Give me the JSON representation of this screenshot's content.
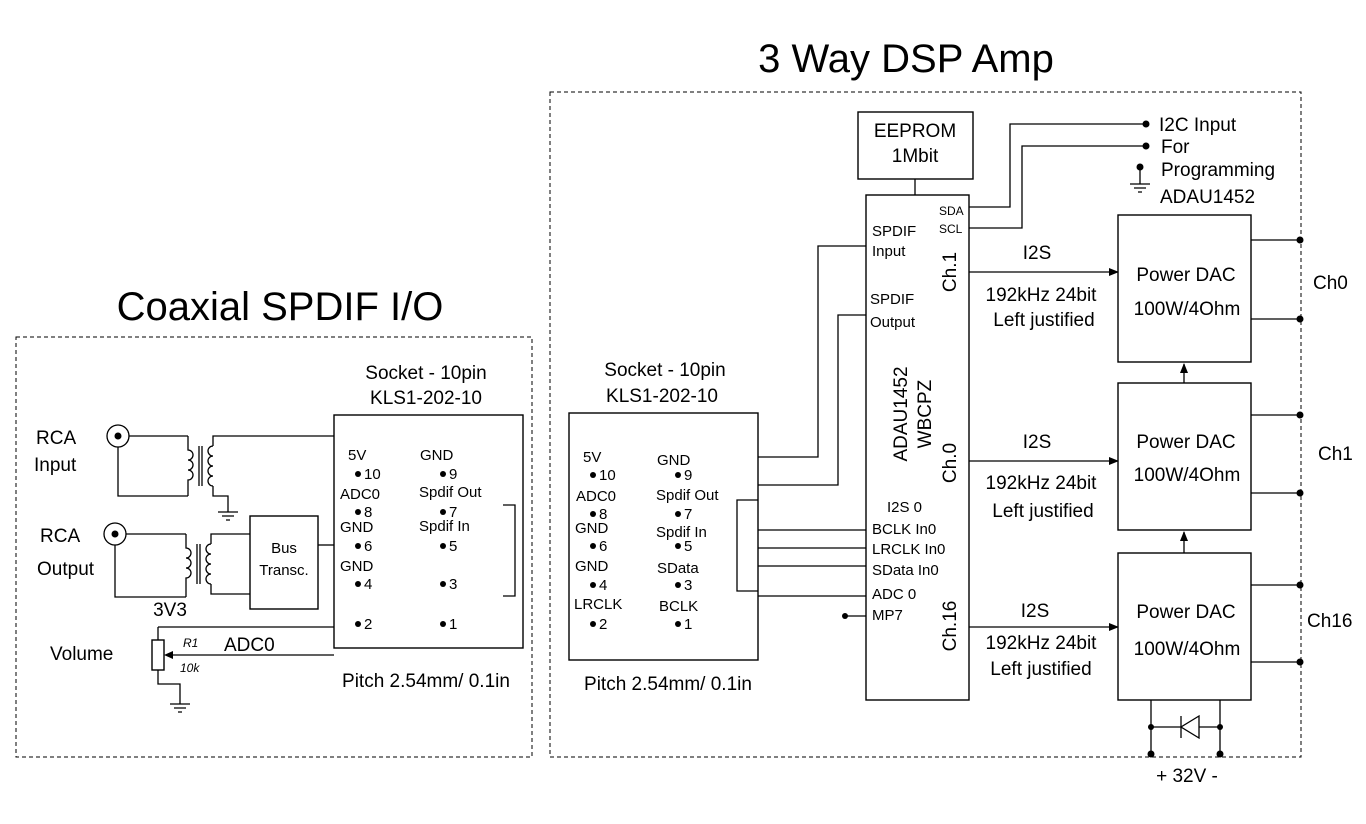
{
  "titles": {
    "main": "3 Way DSP Amp",
    "left": "Coaxial SPDIF  I/O"
  },
  "left_panel": {
    "rca_input": [
      "RCA",
      "Input"
    ],
    "rca_output": [
      "RCA",
      "Output"
    ],
    "bus_transceiver": [
      "Bus",
      "Transc."
    ],
    "supply": "3V3",
    "volume": "Volume",
    "resistor_ref": "R1",
    "resistor_value": "10k",
    "adc_net": "ADC0",
    "socket": [
      "Socket - 10pin",
      "KLS1-202-10"
    ],
    "pins": {
      "p5v": "5V",
      "p10": "10",
      "pgnd9": "GND",
      "p9": "9",
      "padc0": "ADC0",
      "p8": "8",
      "pspdifout": "Spdif Out",
      "p7": "7",
      "pgnd6": "GND",
      "p6": "6",
      "pspdifin": "Spdif In",
      "p5": "5",
      "pgnd4": "GND",
      "p4": "4",
      "p3": "3",
      "p2": "2",
      "p1": "1"
    },
    "pitch": "Pitch 2.54mm/ 0.1in"
  },
  "right_panel": {
    "socket": [
      "Socket - 10pin",
      "KLS1-202-10"
    ],
    "pins": {
      "p5v": "5V",
      "p10": "10",
      "pgnd9": "GND",
      "p9": "9",
      "padc0": "ADC0",
      "p8": "8",
      "pspdifout": "Spdif Out",
      "p7": "7",
      "pgnd6": "GND",
      "p6": "6",
      "pspdifin": "Spdif In",
      "p5": "5",
      "pgnd4": "GND",
      "p4": "4",
      "psdata": "SData",
      "p3": "3",
      "plrclk": "LRCLK",
      "p2": "2",
      "pbclk": "BCLK",
      "p1": "1"
    },
    "pitch": "Pitch 2.54mm/ 0.1in",
    "eeprom": [
      "EEPROM",
      "1Mbit"
    ],
    "dsp_name": [
      "ADAU1452",
      "WBCPZ"
    ],
    "dsp_pins": {
      "spdif_in": [
        "SPDIF",
        "Input"
      ],
      "spdif_out": [
        "SPDIF",
        "Output"
      ],
      "sda": "SDA",
      "scl": "SCL",
      "i2s0": "I2S 0",
      "bclk": "BCLK In0",
      "lrclk": "LRCLK In0",
      "sdata": "SData In0",
      "adc0": "ADC 0",
      "mp7": "MP7",
      "ch1": "Ch.1",
      "ch0": "Ch.0",
      "ch16": "Ch.16"
    },
    "i2c_note": [
      "I2C Input",
      "For",
      "Programming",
      "ADAU1452"
    ],
    "links": [
      {
        "bus": "I2S",
        "rate": "192kHz 24bit",
        "format": "Left justified"
      },
      {
        "bus": "I2S",
        "rate": "192kHz 24bit",
        "format": "Left justified"
      },
      {
        "bus": "I2S",
        "rate": "192kHz 24bit",
        "format": "Left justified"
      }
    ],
    "dacs": [
      {
        "name": "Power DAC",
        "power": "100W/4Ohm",
        "channel": "Ch0"
      },
      {
        "name": "Power DAC",
        "power": "100W/4Ohm",
        "channel": "Ch1"
      },
      {
        "name": "Power DAC",
        "power": "100W/4Ohm",
        "channel": "Ch16"
      }
    ],
    "supply": "+ 32V  -"
  }
}
